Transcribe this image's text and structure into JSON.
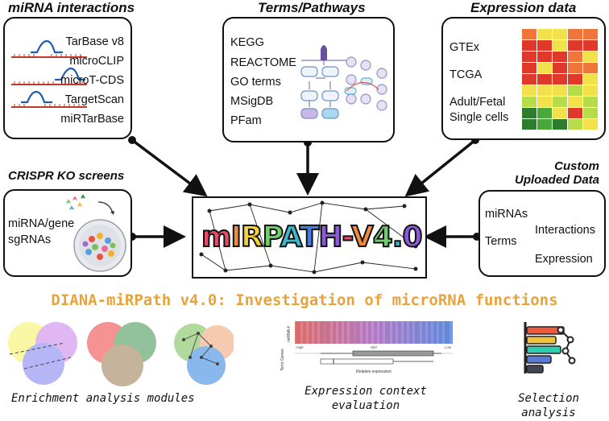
{
  "mirna_panel": {
    "title": "miRNA interactions",
    "databases": [
      "TarBase v8",
      "microCLIP",
      "microT-CDS",
      "TargetScan",
      "miRTarBase"
    ]
  },
  "terms_panel": {
    "title": "Terms/Pathways",
    "sources": [
      "KEGG",
      "REACTOME",
      "GO terms",
      "MSigDB",
      "PFam"
    ]
  },
  "expression_panel": {
    "title": "Expression data",
    "sources": [
      "GTEx",
      "TCGA",
      "Adult/Fetal",
      "Single cells"
    ]
  },
  "crispr_panel": {
    "title": "CRISPR KO screens",
    "items": [
      "miRNA/gene",
      "sgRNAs"
    ]
  },
  "custom_panel": {
    "title_line1": "Custom",
    "title_line2": "Uploaded Data",
    "items": [
      "miRNAs",
      "Interactions",
      "Terms",
      "Expression"
    ]
  },
  "center": {
    "logo_text": "mIRPATH-V4.0"
  },
  "main_title": "DIANA-miRPath v4.0: Investigation of microRNA functions",
  "bottom": {
    "enrichment_caption": "Enrichment analysis modules",
    "expression_caption_line1": "Expression context",
    "expression_caption_line2": "evaluation",
    "selection_caption_line1": "Selection",
    "selection_caption_line2": "analysis",
    "mini_chart": {
      "ylabel_top": "miRNA #",
      "ylabel_bottom": "Term Genes",
      "x_ticks": [
        "High",
        "Mid",
        "Low"
      ],
      "xlabel": "Relative expression"
    }
  },
  "colors": {
    "accent_orange": "#e8a33a",
    "heat_red": "#e0392b",
    "heat_green": "#2e8b2e",
    "heat_yellow": "#f2e14b"
  }
}
